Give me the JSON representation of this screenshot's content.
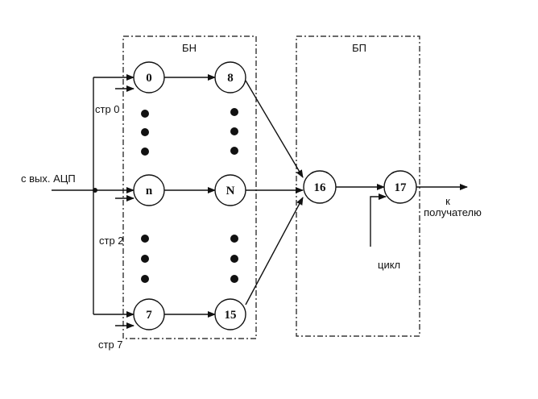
{
  "blocks": {
    "bn": {
      "label": "БН"
    },
    "bp": {
      "label": "БП"
    }
  },
  "nodes": {
    "n0": "0",
    "n8": "8",
    "nn": "n",
    "nN": "N",
    "n7": "7",
    "n15": "15",
    "n16": "16",
    "n17": "17"
  },
  "labels": {
    "input": "с вых. АЦП",
    "str0": "стр 0",
    "str2": "стр 2",
    "str7": "стр 7",
    "cycle": "цикл",
    "to_line1": "к",
    "to_line2": "получателю"
  }
}
